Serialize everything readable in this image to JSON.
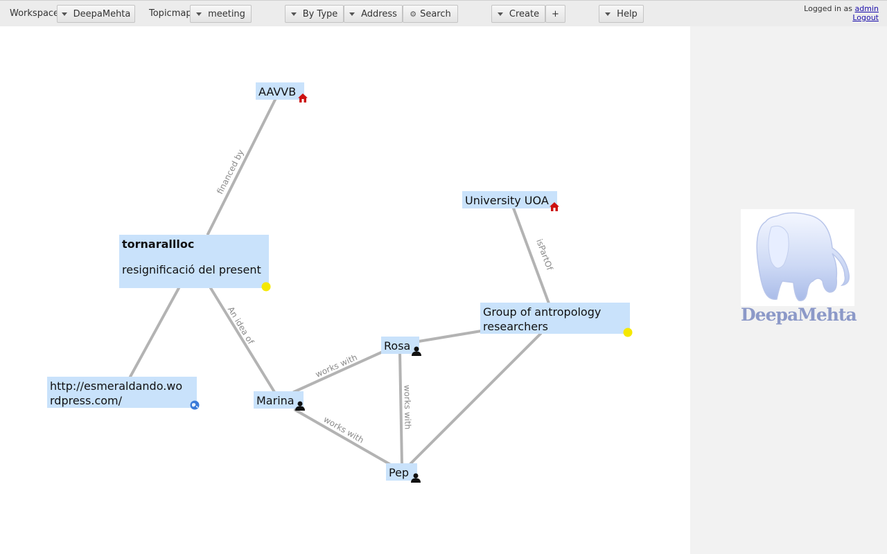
{
  "toolbar": {
    "workspace_label": "Workspace",
    "workspace_value": "DeepaMehta",
    "topicmap_label": "Topicmap",
    "topicmap_value": "meeting",
    "by_type": "By Type",
    "address": "Address",
    "search": "Search",
    "create": "Create",
    "plus": "+",
    "help": "Help"
  },
  "login": {
    "prefix": "Logged in as",
    "user": "admin",
    "logout": "Logout"
  },
  "topics": {
    "aavvb": {
      "label": "AAVVB",
      "icon": "home-icon"
    },
    "tornarallloc": {
      "title": "tornarallloc",
      "subtitle": "resignificació del present",
      "icon": "yellow-dot-icon"
    },
    "url": {
      "label": "http://esmeraldando.wordpress.com/",
      "line1": "http://esmeraldando.wo",
      "line2": "rdpress.com/",
      "icon": "globe-icon"
    },
    "university": {
      "label": "University UOA",
      "icon": "home-icon"
    },
    "group": {
      "line1": "Group of antropology",
      "line2": "researchers",
      "icon": "yellow-dot-icon"
    },
    "rosa": {
      "label": "Rosa",
      "icon": "person-icon"
    },
    "marina": {
      "label": "Marina",
      "icon": "person-icon"
    },
    "pep": {
      "label": "Pep",
      "icon": "person-icon"
    }
  },
  "associations": {
    "financed_by": "financed by",
    "is_part_of": "isPartOf",
    "an_idea_of": "An idea of",
    "works_with": "works with"
  },
  "logo": {
    "text": "DeepaMehta"
  },
  "colors": {
    "topic_bg": "#c9e2fb",
    "edge": "#b3b3b3",
    "home_icon": "#cc1111",
    "yellow_dot": "#f5e800",
    "panel_bg": "#f2f2f2"
  }
}
